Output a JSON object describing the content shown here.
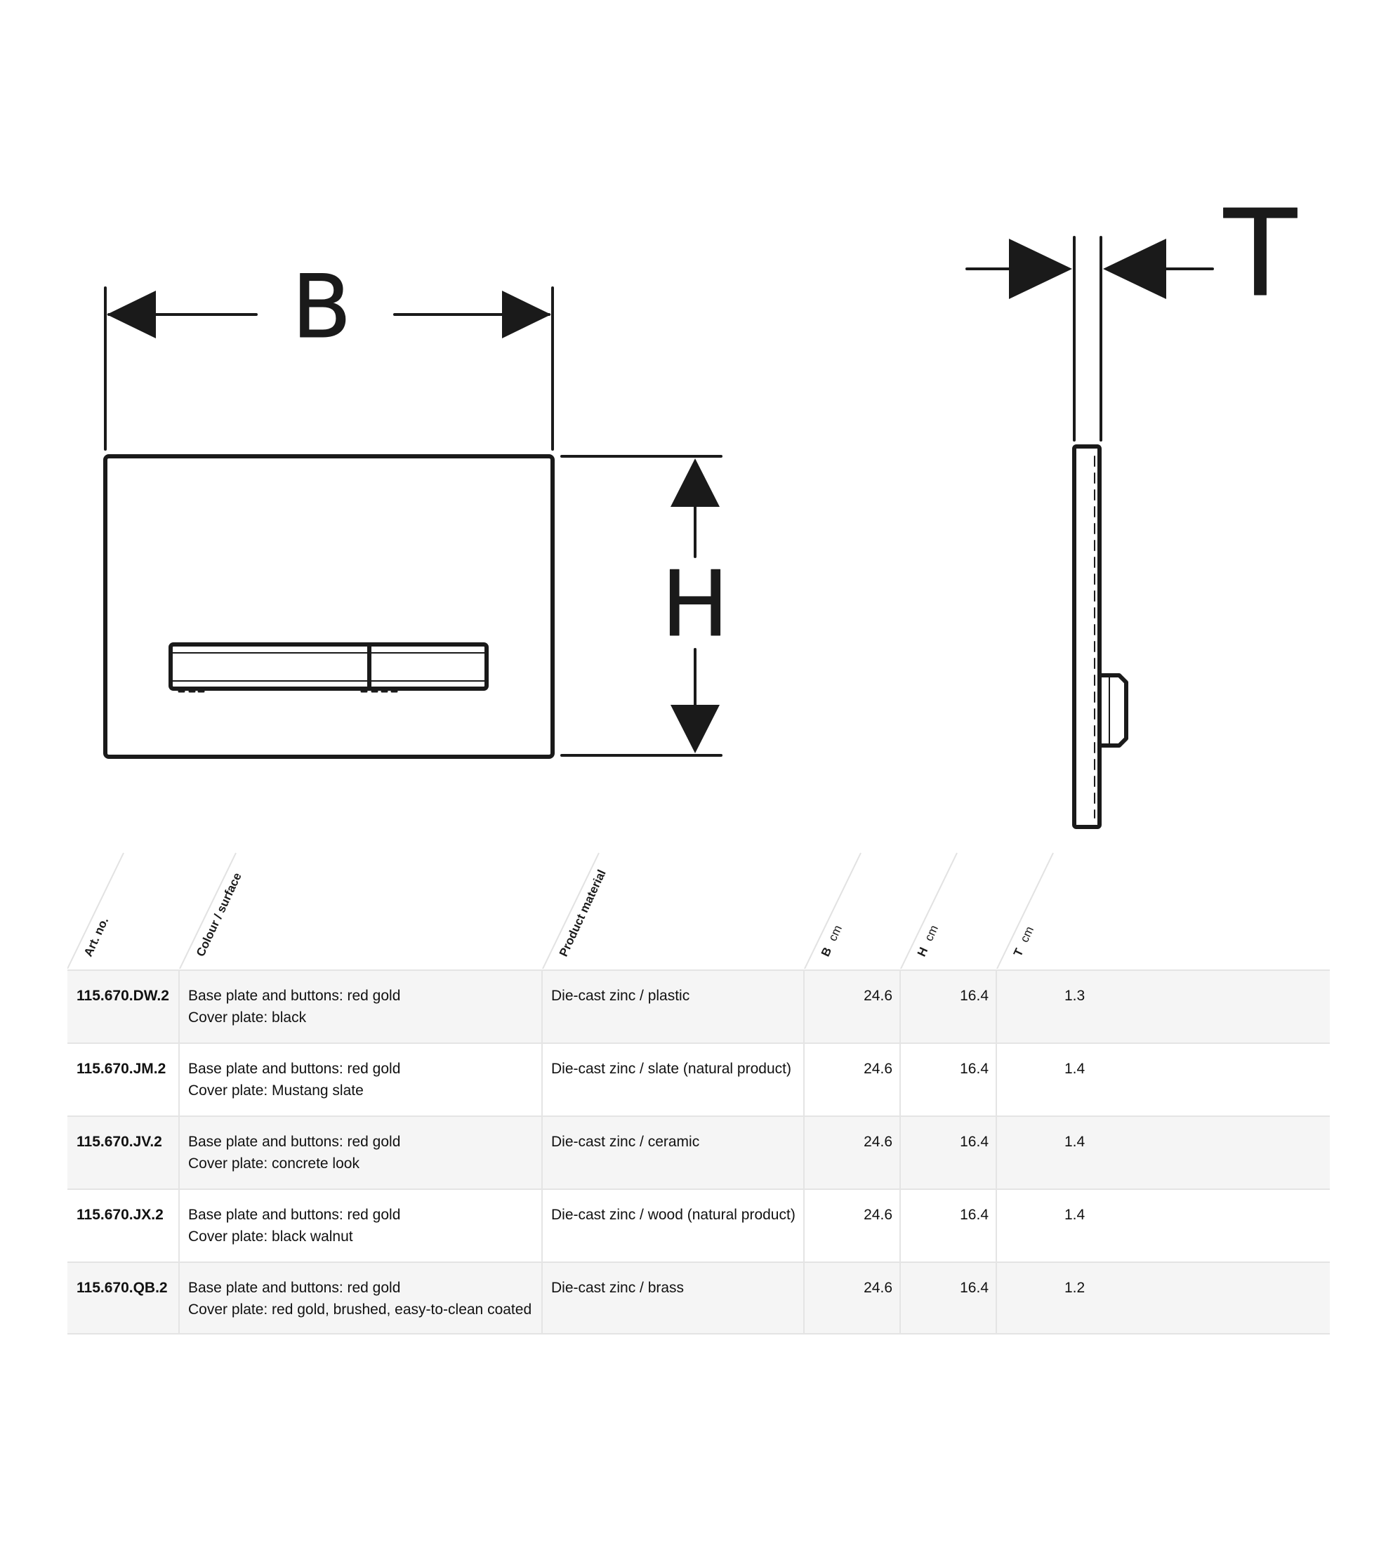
{
  "drawing": {
    "front_view": {
      "width_label": "B",
      "height_label": "H"
    },
    "side_view": {
      "thickness_label": "T"
    }
  },
  "table": {
    "headers": {
      "art_no": "Art. no.",
      "colour_surface": "Colour / surface",
      "product_material": "Product material",
      "b": "B",
      "h": "H",
      "t": "T",
      "unit": "cm"
    },
    "rows": [
      {
        "art_no": "115.670.DW.2",
        "colour_line1": "Base plate and buttons: red gold",
        "colour_line2": "Cover plate: black",
        "material": "Die-cast zinc / plastic",
        "b": "24.6",
        "h": "16.4",
        "t": "1.3"
      },
      {
        "art_no": "115.670.JM.2",
        "colour_line1": "Base plate and buttons: red gold",
        "colour_line2": "Cover plate: Mustang slate",
        "material": "Die-cast zinc / slate (natural product)",
        "b": "24.6",
        "h": "16.4",
        "t": "1.4"
      },
      {
        "art_no": "115.670.JV.2",
        "colour_line1": "Base plate and buttons: red gold",
        "colour_line2": "Cover plate: concrete look",
        "material": "Die-cast zinc / ceramic",
        "b": "24.6",
        "h": "16.4",
        "t": "1.4"
      },
      {
        "art_no": "115.670.JX.2",
        "colour_line1": "Base plate and buttons: red gold",
        "colour_line2": "Cover plate: black walnut",
        "material": "Die-cast zinc / wood (natural product)",
        "b": "24.6",
        "h": "16.4",
        "t": "1.4"
      },
      {
        "art_no": "115.670.QB.2",
        "colour_line1": "Base plate and buttons: red gold",
        "colour_line2": "Cover plate: red gold, brushed, easy-to-clean coated",
        "material": "Die-cast zinc / brass",
        "b": "24.6",
        "h": "16.4",
        "t": "1.2"
      }
    ]
  }
}
